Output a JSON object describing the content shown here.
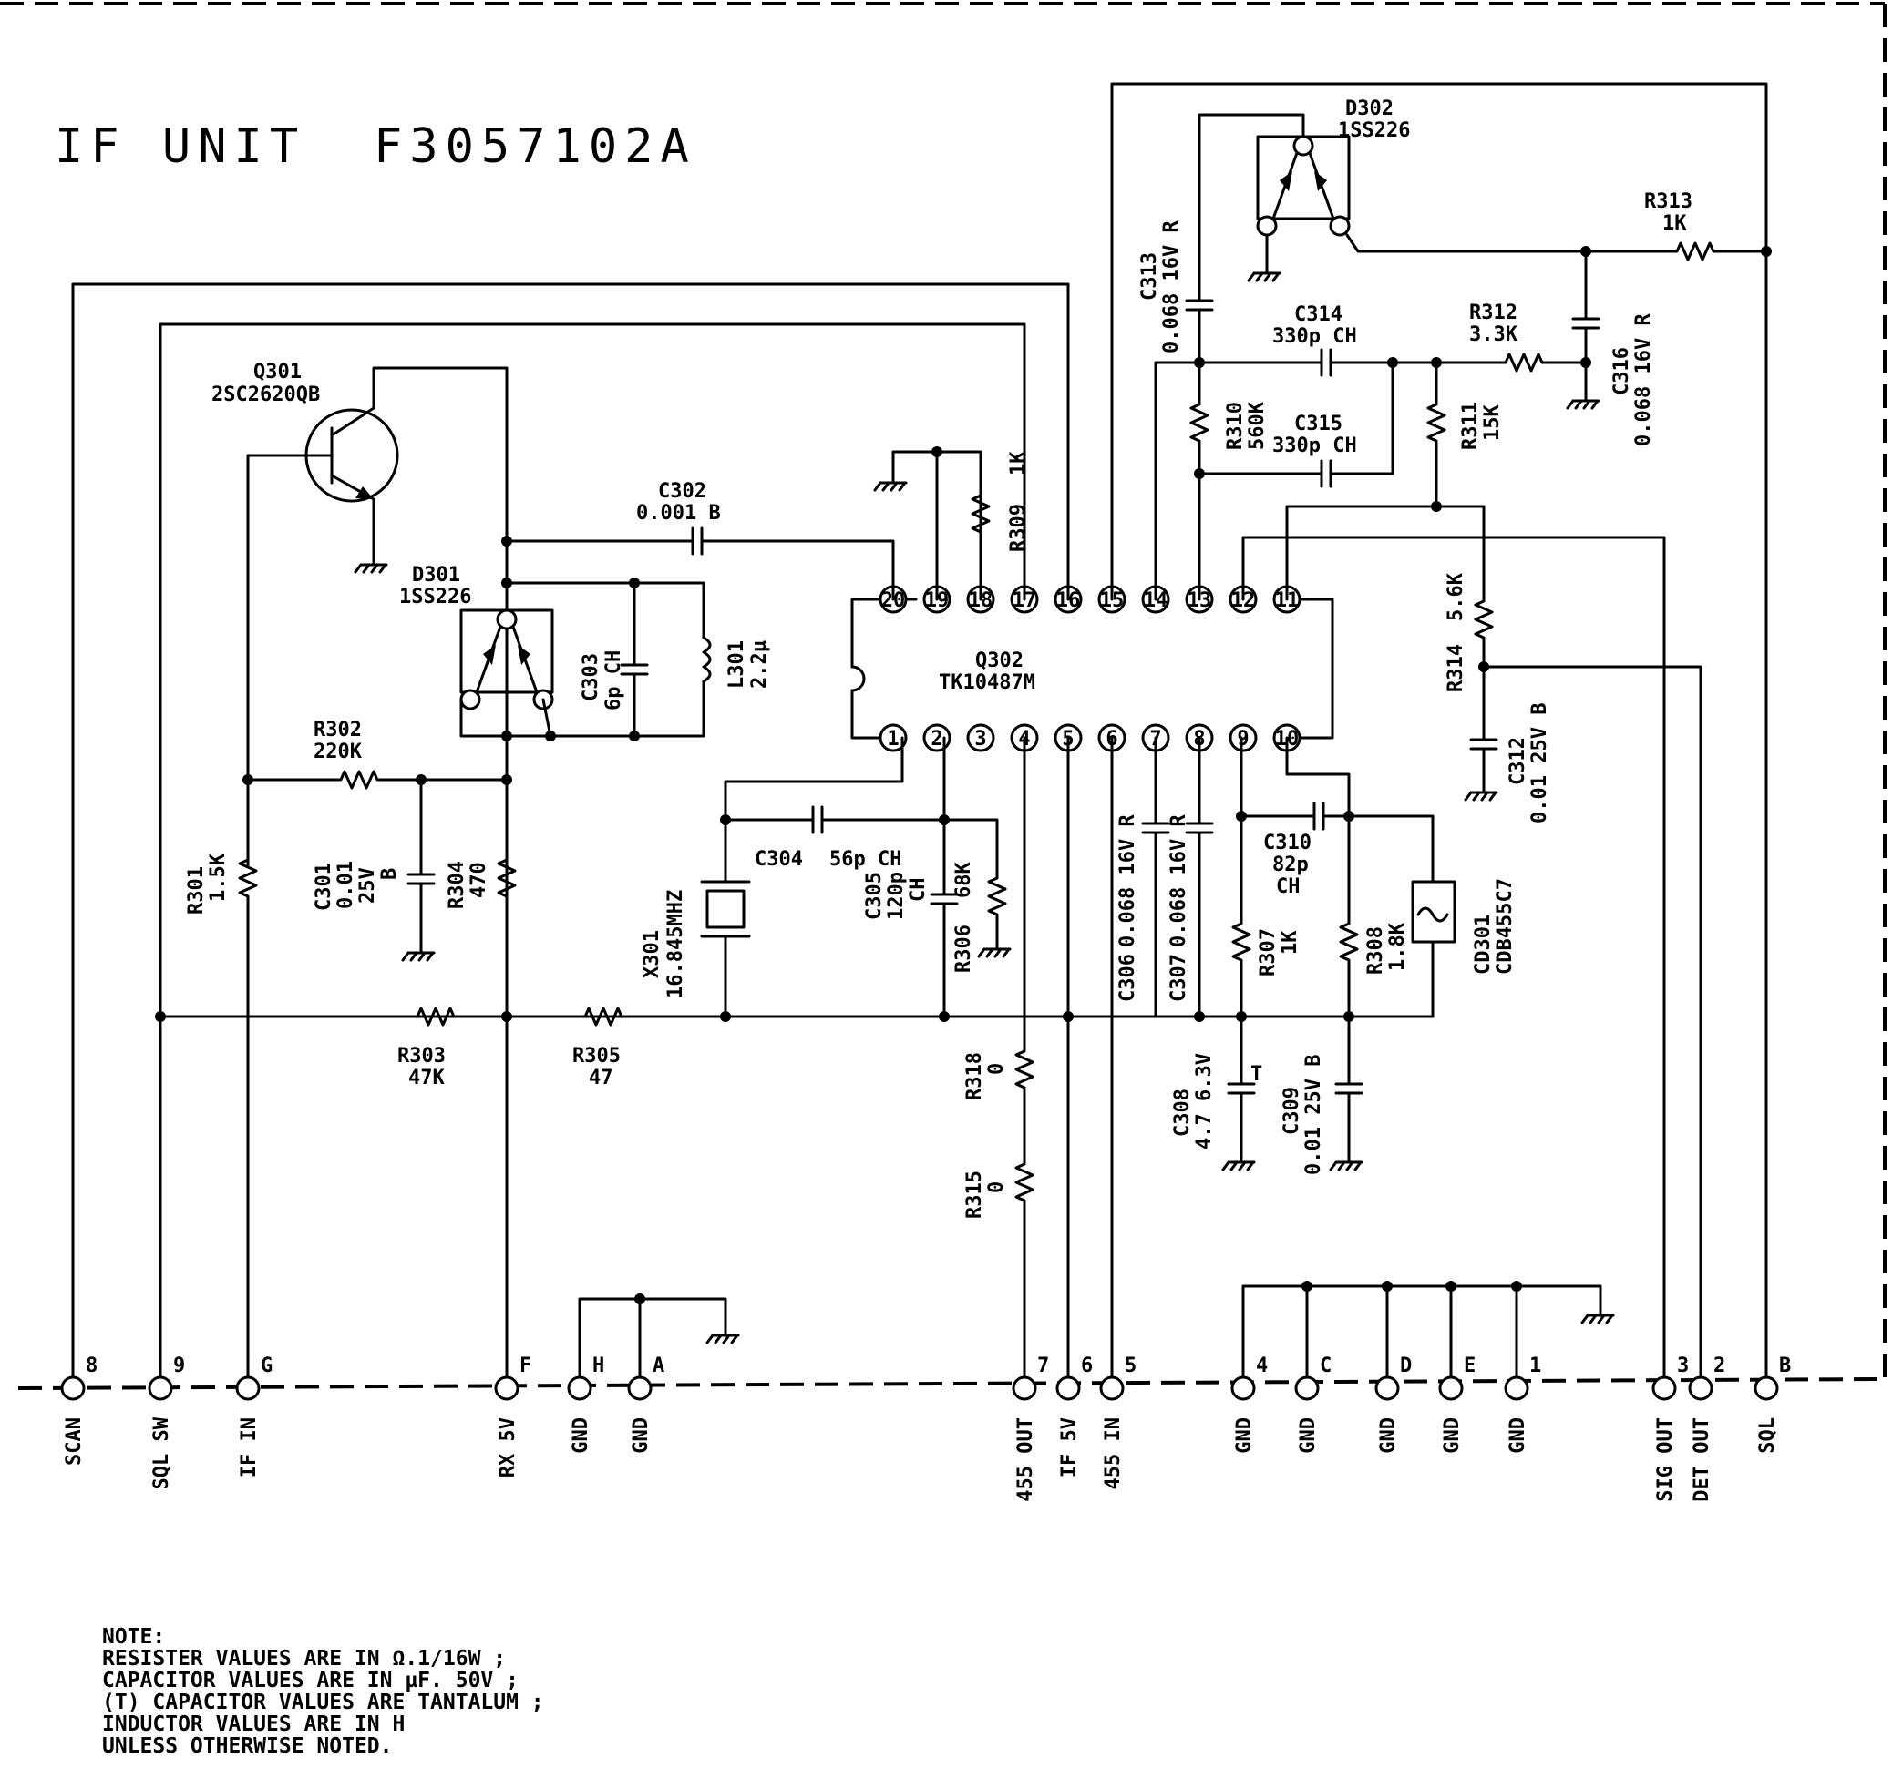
{
  "title": {
    "name": "IF UNIT",
    "code": "F3057102A"
  },
  "components": {
    "q301": {
      "ref": "Q301",
      "part": "2SC2620QB"
    },
    "q302": {
      "ref": "Q302",
      "part": "TK10487M"
    },
    "d301": {
      "ref": "D301",
      "part": "1SS226"
    },
    "d302": {
      "ref": "D302",
      "part": "1SS226"
    },
    "r301": {
      "ref": "R301",
      "value": "1.5K"
    },
    "r302": {
      "ref": "R302",
      "value": "220K"
    },
    "r303": {
      "ref": "R303",
      "value": "47K"
    },
    "r304": {
      "ref": "R304",
      "value": "470"
    },
    "r305": {
      "ref": "R305",
      "value": "47"
    },
    "r306": {
      "ref": "R306",
      "value": "68K"
    },
    "r307": {
      "ref": "R307",
      "value": "1K"
    },
    "r308": {
      "ref": "R308",
      "value": "1.8K"
    },
    "r309": {
      "ref": "R309",
      "value": "1K"
    },
    "r310": {
      "ref": "R310",
      "value": "560K"
    },
    "r311": {
      "ref": "R311",
      "value": "15K"
    },
    "r312": {
      "ref": "R312",
      "value": "3.3K"
    },
    "r313": {
      "ref": "R313",
      "value": "1K"
    },
    "r314": {
      "ref": "R314",
      "value": "5.6K"
    },
    "r315": {
      "ref": "R315",
      "value": "0"
    },
    "r318": {
      "ref": "R318",
      "value": "0"
    },
    "c301": {
      "ref": "C301",
      "value": "0.01",
      "voltage": "25V",
      "type": "B"
    },
    "c302": {
      "ref": "C302",
      "value": "0.001 B"
    },
    "c303": {
      "ref": "C303",
      "value": "6p CH"
    },
    "c304": {
      "ref": "C304",
      "value": "56p CH"
    },
    "c305": {
      "ref": "C305",
      "value": "120p",
      "type": "CH"
    },
    "c306": {
      "ref": "C306",
      "value": "0.068 16V R"
    },
    "c307": {
      "ref": "C307",
      "value": "0.068 16V R"
    },
    "c308": {
      "ref": "C308",
      "value": "4.7 6.3V",
      "marker": "T"
    },
    "c309": {
      "ref": "C309",
      "value": "0.01 25V B"
    },
    "c310": {
      "ref": "C310",
      "value": "82p",
      "type": "CH"
    },
    "c312": {
      "ref": "C312",
      "value": "0.01 25V B"
    },
    "c313": {
      "ref": "C313",
      "value": "0.068 16V R"
    },
    "c314": {
      "ref": "C314",
      "value": "330p CH"
    },
    "c315": {
      "ref": "C315",
      "value": "330p CH"
    },
    "c316": {
      "ref": "C316",
      "value": "0.068 16V R"
    },
    "l301": {
      "ref": "L301",
      "value": "2.2µ"
    },
    "x301": {
      "ref": "X301",
      "value": "16.845MHZ"
    },
    "cd301": {
      "ref": "CD301",
      "value": "CDB455C7"
    }
  },
  "ic_pins_top": [
    "20",
    "19",
    "18",
    "17",
    "16",
    "15",
    "14",
    "13",
    "12",
    "11"
  ],
  "ic_pins_bottom": [
    "1",
    "2",
    "3",
    "4",
    "5",
    "6",
    "7",
    "8",
    "9",
    "10"
  ],
  "connectors": [
    {
      "id": "8",
      "label": "SCAN"
    },
    {
      "id": "9",
      "label": "SQL SW"
    },
    {
      "id": "G",
      "label": "IF IN"
    },
    {
      "id": "F",
      "label": "RX 5V"
    },
    {
      "id": "H",
      "label": "GND"
    },
    {
      "id": "A",
      "label": "GND"
    },
    {
      "id": "7",
      "label": "455 OUT"
    },
    {
      "id": "6",
      "label": "IF 5V"
    },
    {
      "id": "5",
      "label": "455 IN"
    },
    {
      "id": "4",
      "label": "GND"
    },
    {
      "id": "C",
      "label": "GND"
    },
    {
      "id": "D",
      "label": "GND"
    },
    {
      "id": "E",
      "label": "GND"
    },
    {
      "id": "1",
      "label": "GND"
    },
    {
      "id": "3",
      "label": "SIG OUT"
    },
    {
      "id": "2",
      "label": "DET OUT"
    },
    {
      "id": "B",
      "label": "SQL"
    }
  ],
  "note": [
    "NOTE:",
    "RESISTER  VALUES ARE  IN Ω.1/16W ;",
    "CAPACITOR VALUES ARE  IN µF. 50V ;",
    "  (T) CAPACITOR VALUES ARE TANTALUM ;",
    "INDUCTOR  VALUES ARE  IN H",
    "UNLESS OTHERWISE NOTED."
  ]
}
